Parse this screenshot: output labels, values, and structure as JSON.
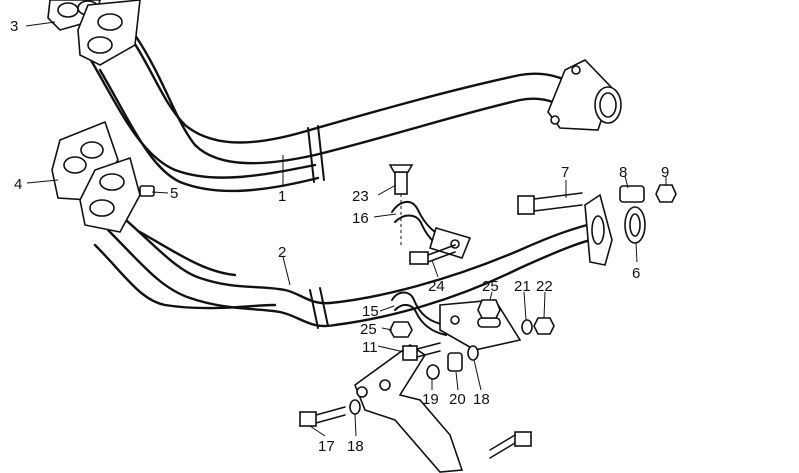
{
  "diagram": {
    "type": "exploded-parts-diagram",
    "callouts": {
      "c1": "1",
      "c2": "2",
      "c3": "3",
      "c4": "4",
      "c5": "5",
      "c6": "6",
      "c7": "7",
      "c8": "8",
      "c9": "9",
      "c11": "11",
      "c15": "15",
      "c16": "16",
      "c17": "17",
      "c18a": "18",
      "c18b": "18",
      "c19": "19",
      "c20": "20",
      "c21": "21",
      "c22": "22",
      "c23": "23",
      "c24": "24",
      "c25a": "25",
      "c25b": "25"
    }
  }
}
